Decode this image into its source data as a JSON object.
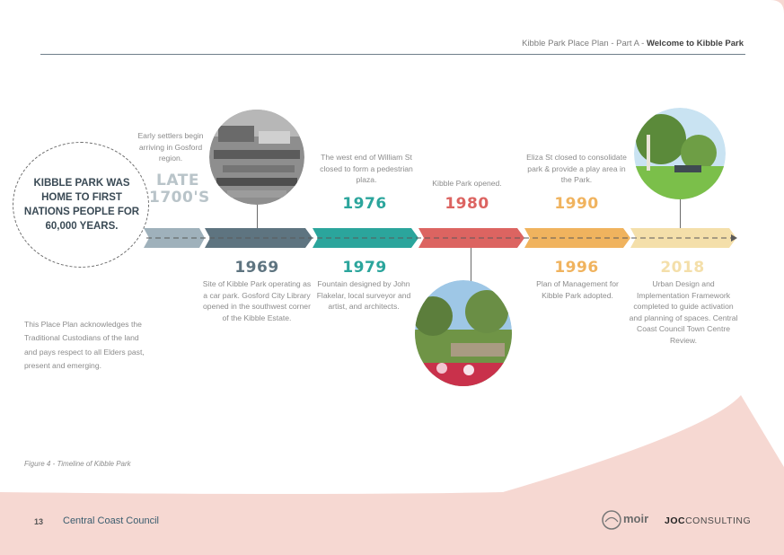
{
  "header": {
    "text_prefix": "Kibble Park Place Plan - Part A - ",
    "text_bold": "Welcome to Kibble Park"
  },
  "intro_circle": "KIBBLE PARK WAS HOME TO FIRST NATIONS PEOPLE FOR 60,000 YEARS.",
  "acknowledgement": "This Place Plan acknowledges the Traditional Custodians of the land and pays respect to all Elders past, present and emerging.",
  "caption": "Figure 4 - Timeline of Kibble Park",
  "footer": {
    "page_number": "13",
    "council": "Central Coast Council"
  },
  "logos": {
    "moir": "moir",
    "joc_bold": "JOC",
    "joc_rest": "CONSULTING"
  },
  "colors": {
    "slate": "#5e7480",
    "teal": "#2ba59c",
    "red": "#dc6461",
    "orange": "#f0b35e",
    "cream": "#f4dfaa"
  },
  "timeline": {
    "above": [
      {
        "year": "LATE\n1700'S",
        "desc": "Early settlers begin arriving in Gosford region."
      },
      {
        "year": "1976",
        "desc": "The west end of William St closed to form a pedestrian plaza."
      },
      {
        "year": "1980",
        "desc": "Kibble Park opened."
      },
      {
        "year": "1990",
        "desc": "Eliza St closed to consolidate park & provide a play area in the Park."
      }
    ],
    "below": [
      {
        "year": "1969",
        "desc": "Site of Kibble Park operating as a car park. Gosford City Library opened in the southwest corner of the Kibble Estate."
      },
      {
        "year": "1979",
        "desc": "Fountain designed by John Flakelar, local surveyor and artist, and architects."
      },
      {
        "year": "1996",
        "desc": "Plan of Management for Kibble Park adopted."
      },
      {
        "year": "2018",
        "desc": "Urban Design and Implementation Framework completed to guide activation and planning of spaces. Central Coast Council Town Centre Review."
      }
    ]
  }
}
